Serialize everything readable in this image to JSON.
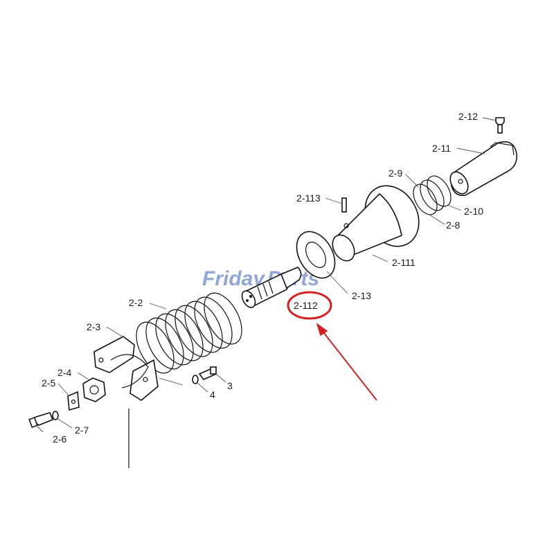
{
  "watermark": {
    "text_part1": "Friday",
    "text_part2": "Parts",
    "color": "#8fa6d6"
  },
  "labels": {
    "p2_12": "2-12",
    "p2_11": "2-11",
    "p2_9": "2-9",
    "p2_10": "2-10",
    "p2_8": "2-8",
    "p2_113": "2-113",
    "p2_111": "2-111",
    "p2_13": "2-13",
    "p2_112": "2-112",
    "p2_2": "2-2",
    "p2_3": "2-3",
    "p2_4": "2-4",
    "p2_5": "2-5",
    "p2_6": "2-6",
    "p2_7": "2-7",
    "p3": "3",
    "p4": "4"
  },
  "highlight": {
    "target": "2-112",
    "color": "#d62020"
  }
}
